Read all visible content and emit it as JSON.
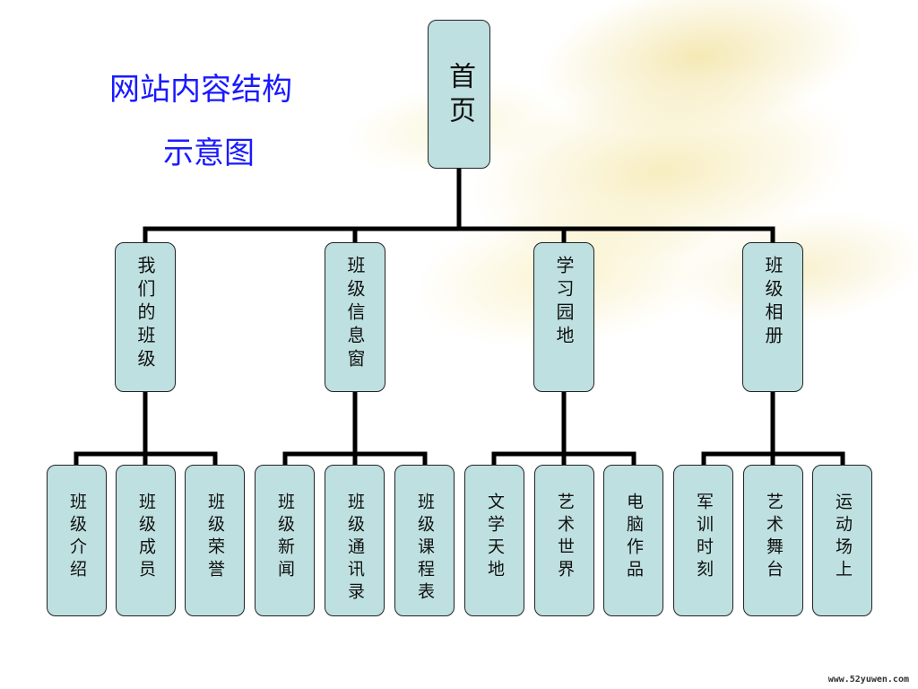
{
  "title": {
    "line1": "网站内容结构",
    "line2": "示意图"
  },
  "root": {
    "label": "首页"
  },
  "sections": [
    {
      "label": "我们的班级",
      "children": [
        "班级介绍",
        "班级成员",
        "班级荣誉"
      ]
    },
    {
      "label": "班级信息窗",
      "children": [
        "班级新闻",
        "班级通讯录",
        "班级课程表"
      ]
    },
    {
      "label": "学习园地",
      "children": [
        "文学天地",
        "艺术世界",
        "电脑作品"
      ]
    },
    {
      "label": "班级相册",
      "children": [
        "军训时刻",
        "艺术舞台",
        "运动场上"
      ]
    }
  ],
  "watermark": "www.52yuwen.com",
  "colors": {
    "node_fill": "#bfe0e0",
    "title": "#1a1aff",
    "connector": "#000000"
  }
}
